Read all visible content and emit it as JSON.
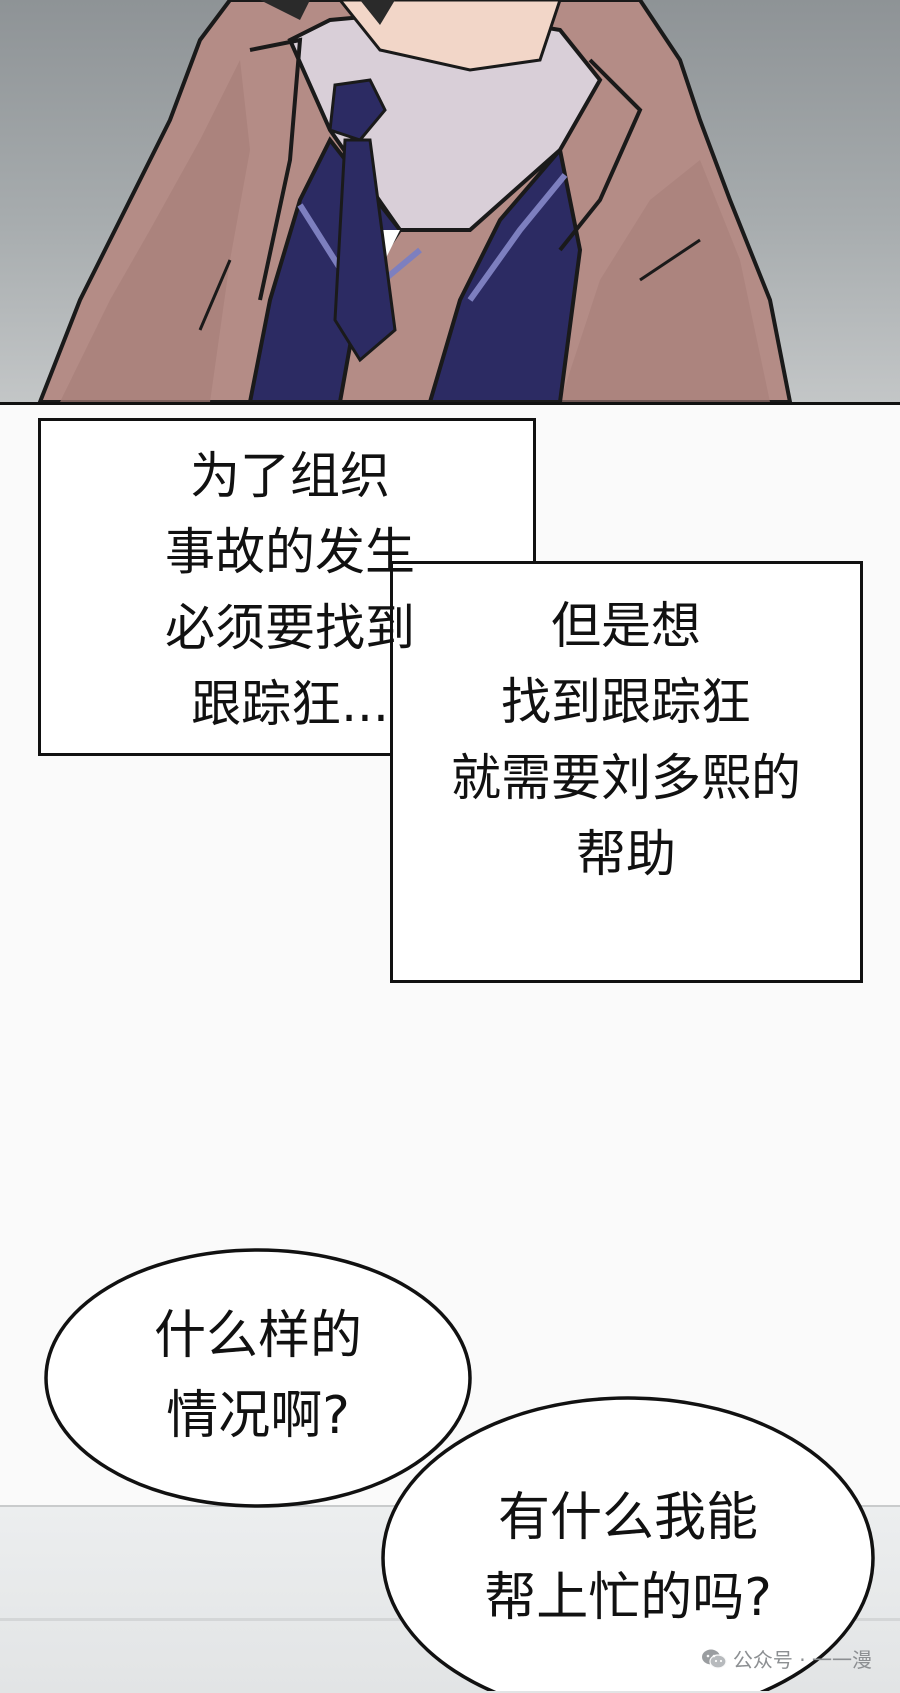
{
  "narration_1": {
    "lines": [
      "为了组织",
      "事故的发生",
      "必须要找到",
      "跟踪狂..."
    ]
  },
  "narration_2": {
    "lines": [
      "但是想",
      "找到跟踪狂",
      "就需要刘多熙的",
      "帮助"
    ]
  },
  "bubble_1": {
    "lines": [
      "什么样的",
      "情况啊?"
    ]
  },
  "bubble_2": {
    "lines": [
      "有什么我能",
      "帮上忙的吗?"
    ]
  },
  "watermark": {
    "text": "公众号 · 一一漫",
    "icon": "wechat-icon"
  },
  "colors": {
    "jacket": "#b48c86",
    "vest": "#2c2b63",
    "shirt": "#d9cfd8",
    "background_top": "#9ca1a4",
    "ink": "#111111"
  }
}
